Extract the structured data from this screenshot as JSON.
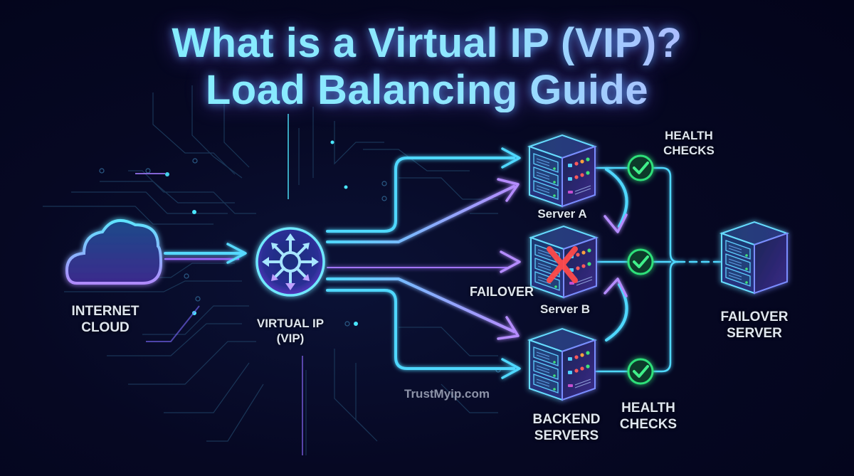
{
  "title": {
    "line1": "What is a Virtual IP (VIP)?",
    "line2": "Load Balancing Guide"
  },
  "nodes": {
    "internet_cloud": {
      "label_line1": "INTERNET",
      "label_line2": "CLOUD",
      "icon": "cloud-icon"
    },
    "vip": {
      "label_line1": "VIRTUAL IP",
      "label_line2": "(VIP)",
      "icon": "load-balancer-icon"
    },
    "server_a": {
      "label": "Server A",
      "status": "healthy",
      "icon": "server-icon"
    },
    "server_b": {
      "label": "Server B",
      "status": "failed",
      "icon": "server-icon"
    },
    "server_c": {
      "label_line1": "BACKEND",
      "label_line2": "SERVERS",
      "status": "healthy",
      "icon": "server-icon"
    },
    "failover_server": {
      "label_line1": "FAILOVER",
      "label_line2": "SERVER",
      "icon": "server-icon"
    }
  },
  "annotations": {
    "health_checks_top_line1": "HEALTH",
    "health_checks_top_line2": "CHECKS",
    "health_checks_bottom_line1": "HEALTH",
    "health_checks_bottom_line2": "CHECKS",
    "failover": "FAILOVER"
  },
  "watermark": "TrustMyip.com",
  "colors": {
    "cyan": "#4fd8ff",
    "purple": "#a67bff",
    "green": "#2fe07a",
    "red": "#ff4a4a",
    "background": "#04051a"
  }
}
